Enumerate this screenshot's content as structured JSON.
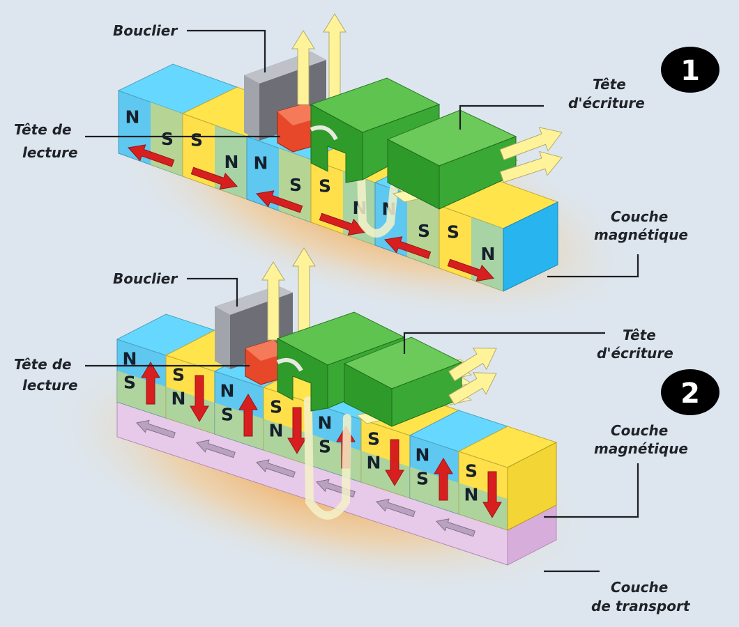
{
  "diagram_title": "",
  "labels": {
    "shield": "Bouclier",
    "read_head_line1": "Tête de",
    "read_head_line2": "lecture",
    "write_head_line1": "Tête",
    "write_head_line2": "d'écriture",
    "magnetic_layer_line1": "Couche",
    "magnetic_layer_line2": "magnétique",
    "transport_layer_line1": "Couche",
    "transport_layer_line2": "de transport"
  },
  "panels": [
    {
      "number": "1",
      "magnetization": "longitudinal",
      "cells": [
        {
          "left": "N",
          "right": "S",
          "arrow": "left"
        },
        {
          "left": "S",
          "right": "N",
          "arrow": "right"
        },
        {
          "left": "N",
          "right": "S",
          "arrow": "left"
        },
        {
          "left": "S",
          "right": "N",
          "arrow": "right"
        },
        {
          "left": "N",
          "right": "S",
          "arrow": "left"
        },
        {
          "left": "S",
          "right": "N",
          "arrow": "right"
        }
      ]
    },
    {
      "number": "2",
      "magnetization": "perpendicular",
      "cells": [
        {
          "top": "N",
          "bottom": "S",
          "arrow": "up"
        },
        {
          "top": "S",
          "bottom": "N",
          "arrow": "down"
        },
        {
          "top": "N",
          "bottom": "S",
          "arrow": "up"
        },
        {
          "top": "S",
          "bottom": "N",
          "arrow": "down"
        },
        {
          "top": "N",
          "bottom": "S",
          "arrow": "up"
        },
        {
          "top": "S",
          "bottom": "N",
          "arrow": "down"
        },
        {
          "top": "N",
          "bottom": "S",
          "arrow": "up"
        },
        {
          "top": "S",
          "bottom": "N",
          "arrow": "down"
        }
      ]
    }
  ],
  "colors": {
    "background": "#dde6ee",
    "glow": "#f0a04a",
    "cell_blue": "#5ec8f0",
    "cell_yellow": "#ffe04a",
    "shield": "#8a8a92",
    "read_head": "#e8482a",
    "write_head": "#44b53d",
    "coil": "#fcf7ae",
    "field_arrow": "#fff39a",
    "magnet_arrow": "#d81f1f",
    "transport_layer": "#e3c3e6",
    "number_badge": "#000000"
  }
}
